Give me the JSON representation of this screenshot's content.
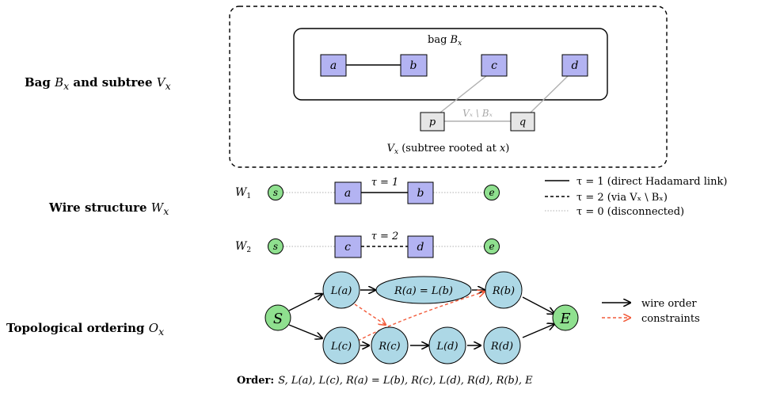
{
  "row_labels": {
    "bag": {
      "prefix": "Bag ",
      "var1": "B",
      "sub1": "x",
      "mid": " and subtree ",
      "var2": "V",
      "sub2": "x"
    },
    "wire": {
      "prefix": "Wire structure ",
      "var": "W",
      "sub": "x"
    },
    "topo": {
      "prefix": "Topological ordering ",
      "var": "O",
      "sub": "x"
    }
  },
  "bag_panel": {
    "bag_caption_prefix": "bag ",
    "bag_caption_var": "B",
    "bag_caption_sub": "x",
    "bag_nodes": [
      "a",
      "b",
      "c",
      "d"
    ],
    "subtree_nodes": [
      "p",
      "q"
    ],
    "subtree_edge_label": "Vₓ \\ Bₓ",
    "subtree_caption_var": "V",
    "subtree_caption_sub": "x",
    "subtree_caption_text": " (subtree rooted at ",
    "subtree_caption_end_var": "x",
    "subtree_caption_close": ")"
  },
  "wires": [
    {
      "label_var": "W",
      "label_sub": "1",
      "start": "s",
      "n1": "a",
      "n2": "b",
      "end": "e",
      "tau": "τ = 1"
    },
    {
      "label_var": "W",
      "label_sub": "2",
      "start": "s",
      "n1": "c",
      "n2": "d",
      "end": "e",
      "tau": "τ = 2"
    }
  ],
  "wire_legend": [
    {
      "style": "solid",
      "text": "τ = 1 (direct Hadamard link)"
    },
    {
      "style": "dashed",
      "text": "τ = 2 (via Vₓ \\ Bₓ)"
    },
    {
      "style": "dotted",
      "text": "τ = 0 (disconnected)"
    }
  ],
  "topo": {
    "nodes": {
      "S": "S",
      "La": "L(a)",
      "Lc": "L(c)",
      "RaLb": "R(a) = L(b)",
      "Rc": "R(c)",
      "Ld": "L(d)",
      "Rb": "R(b)",
      "Rd": "R(d)",
      "E": "E"
    },
    "legend": [
      {
        "style": "wire",
        "text": "wire order"
      },
      {
        "style": "constraint",
        "text": "constraints"
      }
    ],
    "order_label": "Order:",
    "order_text": "S, L(a), L(c), R(a) = L(b), R(c), L(d), R(d), R(b), E"
  },
  "colors": {
    "bag_node_fill": "#b3b3f2",
    "subtree_node_fill": "#e6e6e6",
    "wire_endpoint_fill": "#8fe08f",
    "topo_node_fill": "#add8e6",
    "topo_terminal_fill": "#8fe08f",
    "constraint_red": "#f25c3c",
    "gray_edge": "#b0b0b0"
  }
}
